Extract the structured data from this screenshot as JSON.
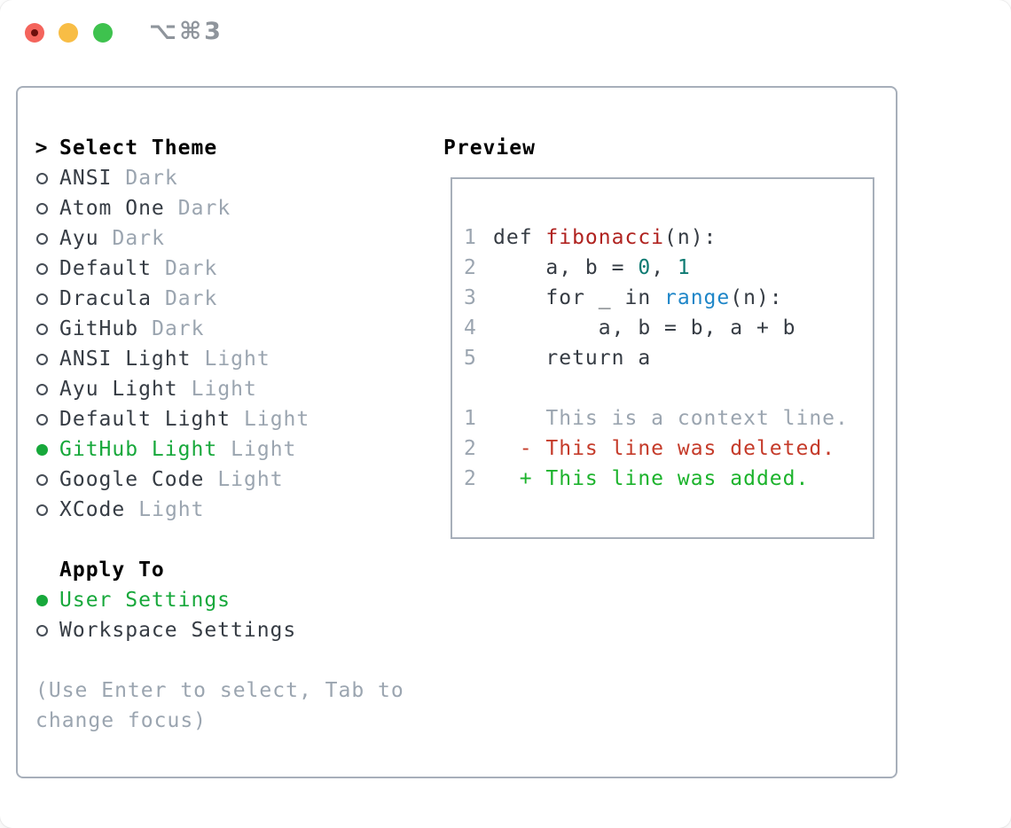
{
  "window": {
    "title": "⌥⌘3"
  },
  "colors": {
    "foreground": "#363c44",
    "muted_gray": "#9ba5b0",
    "selection_green": "#17a83b",
    "diff_added_green": "#1cb32c",
    "diff_deleted_red": "#c53b2a",
    "function_red": "#b02320",
    "builtin_blue": "#1e86c8",
    "number_teal": "#0d7a72",
    "panel_border": "#a7afba",
    "traffic_red": "#f4645c",
    "traffic_yellow": "#f8bd45",
    "traffic_green": "#3ec24e"
  },
  "theme_panel": {
    "cursor": ">",
    "title": "Select Theme",
    "items": [
      {
        "name": "ANSI",
        "variant": "Dark",
        "selected": false
      },
      {
        "name": "Atom One",
        "variant": "Dark",
        "selected": false
      },
      {
        "name": "Ayu",
        "variant": "Dark",
        "selected": false
      },
      {
        "name": "Default",
        "variant": "Dark",
        "selected": false
      },
      {
        "name": "Dracula",
        "variant": "Dark",
        "selected": false
      },
      {
        "name": "GitHub",
        "variant": "Dark",
        "selected": false
      },
      {
        "name": "ANSI Light",
        "variant": "Light",
        "selected": false
      },
      {
        "name": "Ayu Light",
        "variant": "Light",
        "selected": false
      },
      {
        "name": "Default Light",
        "variant": "Light",
        "selected": false
      },
      {
        "name": "GitHub Light",
        "variant": "Light",
        "selected": true
      },
      {
        "name": "Google Code",
        "variant": "Light",
        "selected": false
      },
      {
        "name": "XCode",
        "variant": "Light",
        "selected": false
      }
    ],
    "apply_to": {
      "title": "Apply To",
      "options": [
        {
          "label": "User Settings",
          "selected": true
        },
        {
          "label": "Workspace Settings",
          "selected": false
        }
      ]
    },
    "help": [
      "(Use Enter to select, Tab to",
      "change focus)"
    ]
  },
  "preview": {
    "title": "Preview",
    "lines": [
      {
        "num": "1",
        "segments": [
          {
            "t": "def ",
            "c": "fg"
          },
          {
            "t": "fibonacci",
            "c": "func"
          },
          {
            "t": "(n):",
            "c": "fg"
          }
        ]
      },
      {
        "num": "2",
        "segments": [
          {
            "t": "    a, b = ",
            "c": "fg"
          },
          {
            "t": "0",
            "c": "num"
          },
          {
            "t": ", ",
            "c": "fg"
          },
          {
            "t": "1",
            "c": "num"
          }
        ]
      },
      {
        "num": "3",
        "segments": [
          {
            "t": "    for _ in ",
            "c": "fg"
          },
          {
            "t": "range",
            "c": "builtin"
          },
          {
            "t": "(n):",
            "c": "fg"
          }
        ]
      },
      {
        "num": "4",
        "segments": [
          {
            "t": "        a, b = b, a + b",
            "c": "fg"
          }
        ]
      },
      {
        "num": "5",
        "segments": [
          {
            "t": "    return a",
            "c": "fg"
          }
        ]
      },
      {
        "num": "",
        "segments": []
      },
      {
        "num": "1",
        "segments": [
          {
            "t": "    This is a context line.",
            "c": "context"
          }
        ]
      },
      {
        "num": "2",
        "segments": [
          {
            "t": "  - This line was deleted.",
            "c": "deleted"
          }
        ]
      },
      {
        "num": "2",
        "segments": [
          {
            "t": "  + This line was added.",
            "c": "added"
          }
        ]
      }
    ]
  }
}
